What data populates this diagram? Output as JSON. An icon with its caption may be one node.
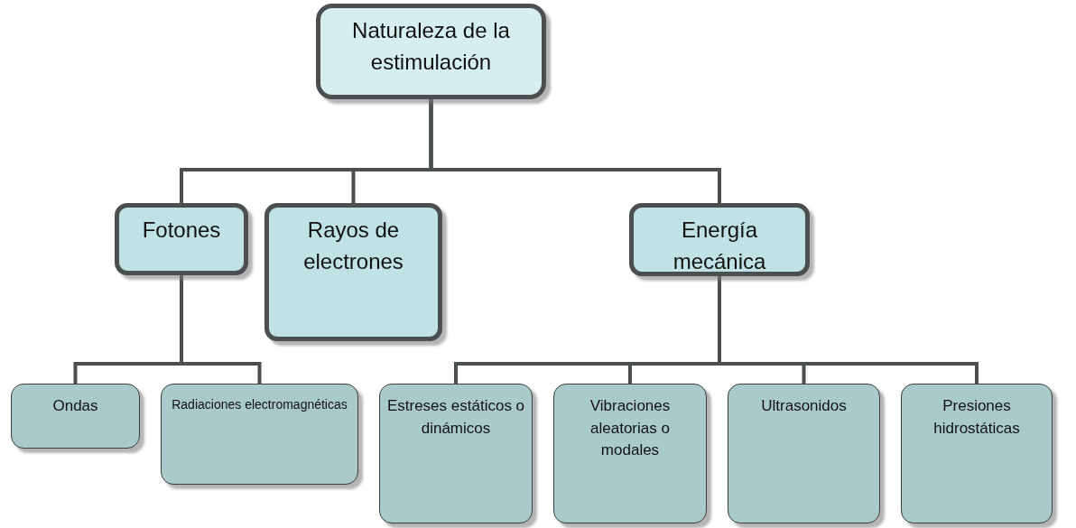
{
  "diagram": {
    "nodes": [
      {
        "text": [
          "Naturaleza de la estimulación"
        ]
      },
      {
        "text": [
          "Fotones"
        ]
      },
      {
        "text": [
          "Rayos de electrones"
        ]
      },
      {
        "text": [
          "Energía mecánica"
        ]
      },
      {
        "text": [
          "Ondas"
        ]
      },
      {
        "text": [
          "Radiaciones electromagnéticas"
        ]
      },
      {
        "text": [
          "Estreses estáticos o dinámicos"
        ]
      },
      {
        "text": [
          "Vibraciones aleatorias o modales"
        ]
      },
      {
        "text": [
          "Ultrasonidos"
        ]
      },
      {
        "text": [
          "Presiones hidrostáticas"
        ]
      }
    ],
    "edges": [
      {
        "from": 0,
        "to": 1,
        "arrow": "none"
      },
      {
        "from": 0,
        "to": 2,
        "arrow": "none"
      },
      {
        "from": 0,
        "to": 3,
        "arrow": "none"
      },
      {
        "from": 1,
        "to": 4,
        "arrow": "none"
      },
      {
        "from": 1,
        "to": 5,
        "arrow": "none"
      },
      {
        "from": 3,
        "to": 6,
        "arrow": "none"
      },
      {
        "from": 3,
        "to": 7,
        "arrow": "none"
      },
      {
        "from": 3,
        "to": 8,
        "arrow": "none"
      },
      {
        "from": 3,
        "to": 9,
        "arrow": "none"
      }
    ]
  }
}
